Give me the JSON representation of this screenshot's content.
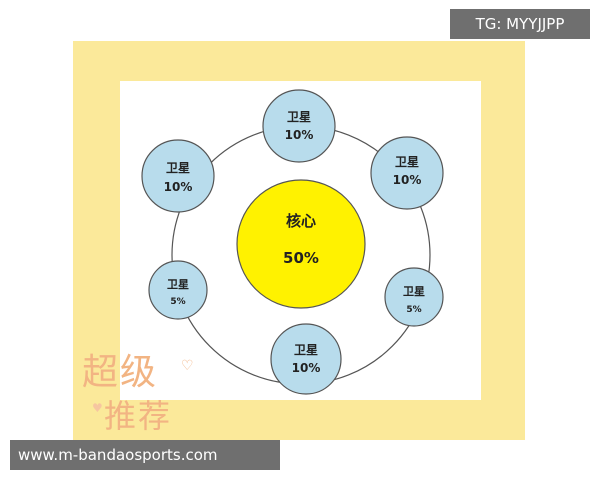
{
  "diagram": {
    "colors": {
      "frame": "#fbe99a",
      "core_fill": "#fff200",
      "satellite_fill": "#b8dcec",
      "stroke": "#555555"
    },
    "core": {
      "title": "核心",
      "value": "50%"
    },
    "satellites": [
      {
        "title": "卫星",
        "value": "10%"
      },
      {
        "title": "卫星",
        "value": "10%"
      },
      {
        "title": "卫星",
        "value": "10%"
      },
      {
        "title": "卫星",
        "value": "5%"
      },
      {
        "title": "卫星",
        "value": "10%"
      },
      {
        "title": "卫星",
        "value": "5%"
      }
    ]
  },
  "watermarks": {
    "top": "TG: MYYJJPP",
    "bottom": "www.m-bandaosports.com",
    "handwriting_line1": "超级",
    "handwriting_line2": "推荐"
  }
}
